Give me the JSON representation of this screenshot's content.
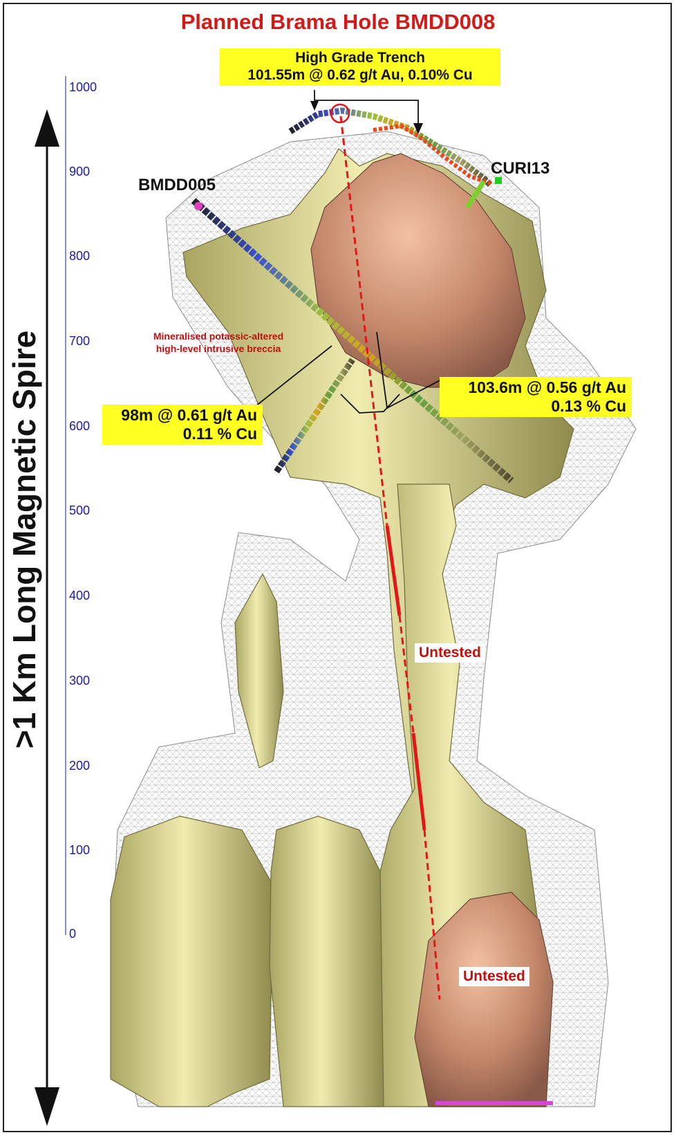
{
  "title": "Planned Brama Hole BMDD008",
  "vertical_label": ">1 Km Long Magnetic Spire",
  "scale": {
    "ticks": [
      "1000",
      "900",
      "800",
      "700",
      "600",
      "500",
      "400",
      "300",
      "200",
      "100",
      "0"
    ],
    "tick_color": "#1a1aa6"
  },
  "callouts": {
    "trench": {
      "line1": "High Grade Trench",
      "line2": "101.55m @ 0.62 g/t Au, 0.10% Cu"
    },
    "left_intercept": {
      "line1": "98m @ 0.61 g/t Au",
      "line2": "0.11 % Cu"
    },
    "right_intercept": {
      "line1": "103.6m @ 0.56 g/t Au",
      "line2": "0.13 % Cu"
    }
  },
  "labels": {
    "bmdd005": "BMDD005",
    "curi13": "CURI13",
    "breccia_line1": "Mineralised potassic-altered",
    "breccia_line2": "high-level intrusive breccia",
    "untested_upper": "Untested",
    "untested_lower": "Untested"
  },
  "colors": {
    "title": "#d11a1a",
    "callout_bg": "#ffff22",
    "body_fill": "#d8d38a",
    "core_fill": "#c48a6a",
    "planned_hole": "#e01818"
  }
}
